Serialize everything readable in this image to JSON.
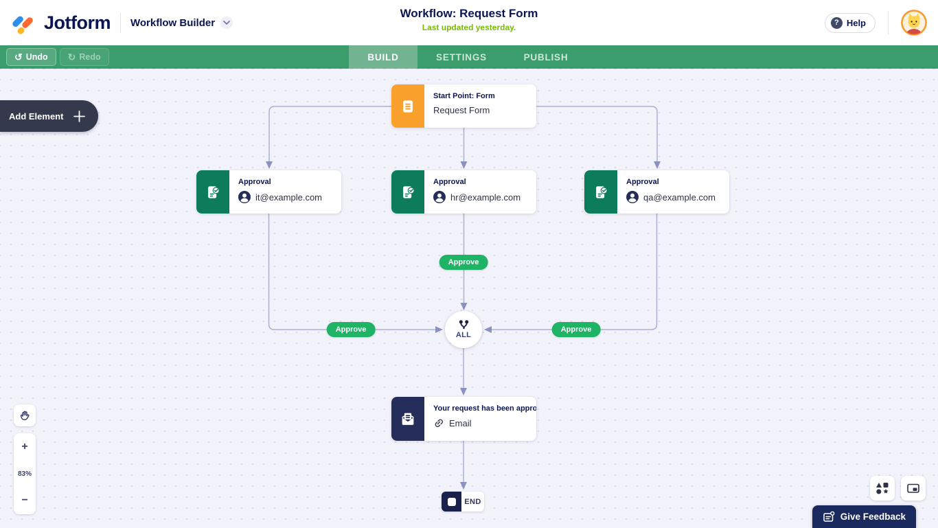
{
  "header": {
    "brand": "Jotform",
    "app_name": "Workflow Builder",
    "title": "Workflow: Request Form",
    "subtitle": "Last updated yesterday.",
    "help_label": "Help"
  },
  "toolbar": {
    "undo_label": "Undo",
    "redo_label": "Redo",
    "tabs": [
      {
        "label": "BUILD",
        "active": true
      },
      {
        "label": "SETTINGS",
        "active": false
      },
      {
        "label": "PUBLISH",
        "active": false
      }
    ]
  },
  "canvas": {
    "add_element_label": "Add Element",
    "zoom_level": "83%",
    "nodes": {
      "start": {
        "type_label": "Start Point: Form",
        "value": "Request Form"
      },
      "approval_left": {
        "type_label": "Approval",
        "value": "it@example.com"
      },
      "approval_middle": {
        "type_label": "Approval",
        "value": "hr@example.com"
      },
      "approval_right": {
        "type_label": "Approval",
        "value": "qa@example.com"
      },
      "merge": {
        "label": "ALL"
      },
      "email": {
        "type_label": "Your request has been appro...",
        "value": "Email"
      },
      "end": {
        "label": "END"
      }
    },
    "branch_labels": {
      "left": "Approve",
      "middle": "Approve",
      "right": "Approve"
    }
  },
  "footer": {
    "feedback_label": "Give Feedback"
  },
  "icons": {
    "undo_glyph": "↺",
    "redo_glyph": "↻",
    "zoom_in_glyph": "+",
    "zoom_out_glyph": "−",
    "help_glyph": "?"
  },
  "colors": {
    "accent_green": "#1fb365",
    "toolbar_green": "#3b9c6c",
    "active_tab_green": "#72b391",
    "navy": "#0a1551",
    "start_orange": "#f9a02d",
    "approval_green": "#0d7c5a",
    "email_navy": "#252d5b",
    "updated_text_green": "#78bb07",
    "connector": "#a9aed8"
  }
}
